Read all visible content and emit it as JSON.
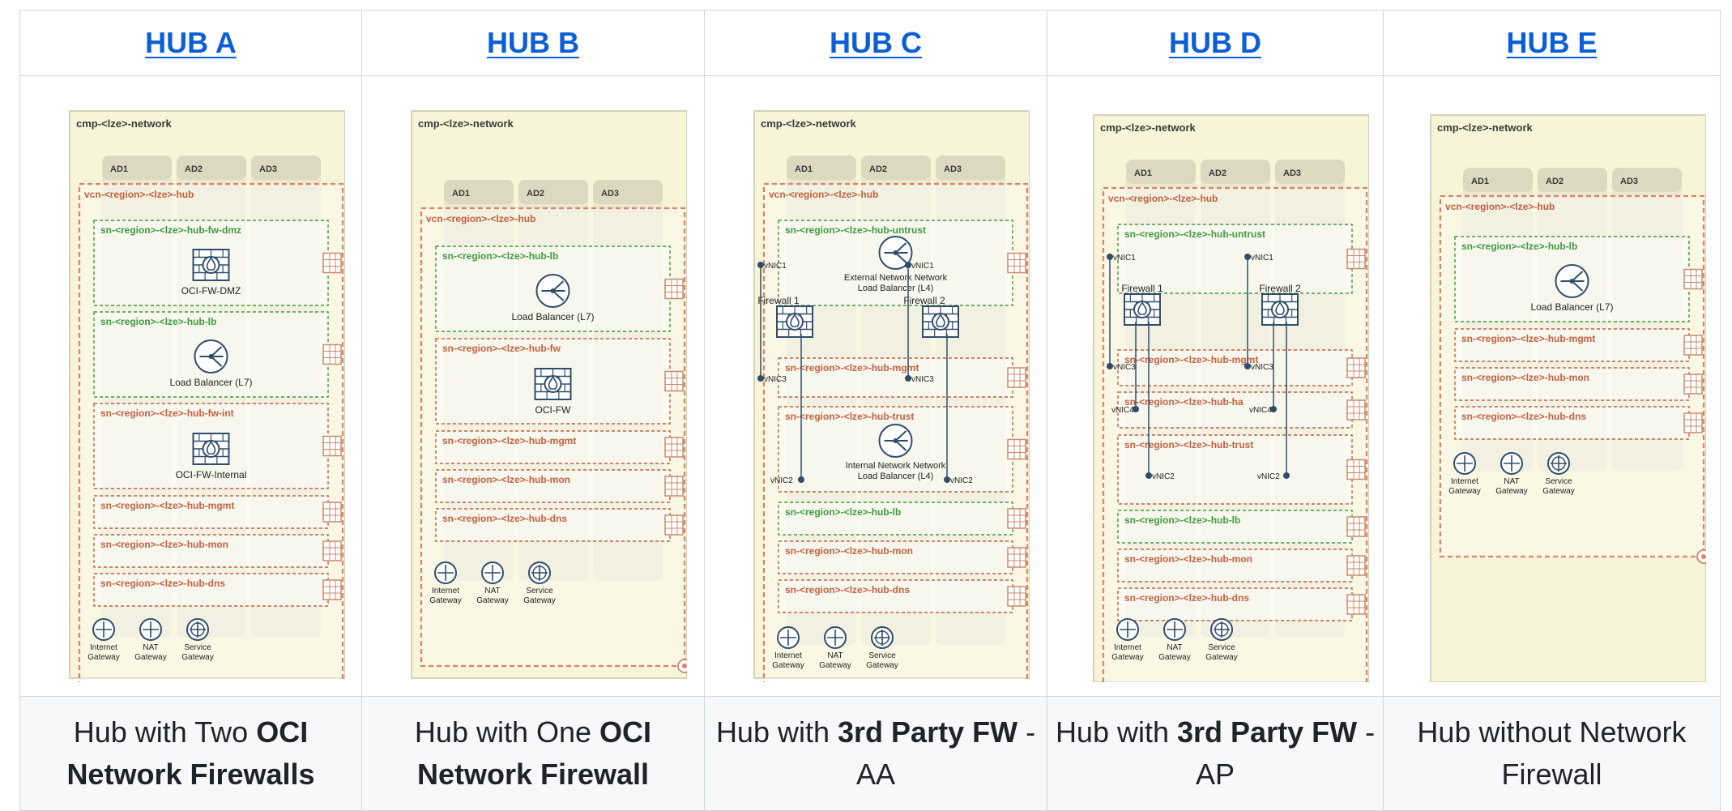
{
  "hubs": [
    {
      "title": "HUB A",
      "caption_pre": "Hub with Two ",
      "caption_bold": "OCI Network Firewalls",
      "caption_post": "",
      "diagram": {
        "compartment": "cmp-<lze>-network",
        "vcn": "vcn-<region>-<lze>-hub",
        "ads": [
          "AD1",
          "AD2",
          "AD3"
        ],
        "subnets": [
          {
            "label": "sn-<region>-<lze>-hub-fw-dmz",
            "style": "green",
            "icon": "firewall",
            "icon_label": "OCI-FW-DMZ"
          },
          {
            "label": "sn-<region>-<lze>-hub-lb",
            "style": "green",
            "icon": "lb",
            "icon_label": "Load Balancer (L7)"
          },
          {
            "label": "sn-<region>-<lze>-hub-fw-int",
            "style": "orange",
            "icon": "firewall",
            "icon_label": "OCI-FW-Internal"
          },
          {
            "label": "sn-<region>-<lze>-hub-mgmt",
            "style": "orange"
          },
          {
            "label": "sn-<region>-<lze>-hub-mon",
            "style": "orange"
          },
          {
            "label": "sn-<region>-<lze>-hub-dns",
            "style": "orange"
          }
        ],
        "gateways": [
          "Internet Gateway",
          "NAT Gateway",
          "Service Gateway"
        ]
      }
    },
    {
      "title": "HUB B",
      "caption_pre": "Hub with One ",
      "caption_bold": "OCI Network Firewall",
      "caption_post": "",
      "diagram": {
        "compartment": "cmp-<lze>-network",
        "vcn": "vcn-<region>-<lze>-hub",
        "ads": [
          "AD1",
          "AD2",
          "AD3"
        ],
        "subnets": [
          {
            "label": "sn-<region>-<lze>-hub-lb",
            "style": "green",
            "icon": "lb",
            "icon_label": "Load Balancer (L7)"
          },
          {
            "label": "sn-<region>-<lze>-hub-fw",
            "style": "orange",
            "icon": "firewall",
            "icon_label": "OCI-FW"
          },
          {
            "label": "sn-<region>-<lze>-hub-mgmt",
            "style": "orange"
          },
          {
            "label": "sn-<region>-<lze>-hub-mon",
            "style": "orange"
          },
          {
            "label": "sn-<region>-<lze>-hub-dns",
            "style": "orange"
          }
        ],
        "gateways": [
          "Internet Gateway",
          "NAT Gateway",
          "Service Gateway"
        ]
      }
    },
    {
      "title": "HUB C",
      "caption_pre": "Hub with ",
      "caption_bold": "3rd Party FW",
      "caption_post": " - AA",
      "diagram": {
        "compartment": "cmp-<lze>-network",
        "vcn": "vcn-<region>-<lze>-hub",
        "ads": [
          "AD1",
          "AD2",
          "AD3"
        ],
        "subnets": [
          {
            "label": "sn-<region>-<lze>-hub-untrust",
            "style": "green",
            "icon": "lb",
            "icon_label": "External Network Load Balancer (L4)"
          },
          {
            "label": "sn-<region>-<lze>-hub-mgmt",
            "style": "orange"
          },
          {
            "label": "sn-<region>-<lze>-hub-trust",
            "style": "orange",
            "icon": "lb",
            "icon_label": "Internal Network Load Balancer (L4)"
          },
          {
            "label": "sn-<region>-<lze>-hub-lb",
            "style": "green"
          },
          {
            "label": "sn-<region>-<lze>-hub-mon",
            "style": "orange"
          },
          {
            "label": "sn-<region>-<lze>-hub-dns",
            "style": "orange"
          }
        ],
        "firewalls": [
          "Firewall 1",
          "Firewall 2"
        ],
        "vnics": [
          "vNIC1",
          "vNIC1",
          "vNIC3",
          "vNIC3",
          "vNIC2",
          "vNIC2"
        ],
        "gateways": [
          "Internet Gateway",
          "NAT Gateway",
          "Service Gateway"
        ]
      }
    },
    {
      "title": "HUB D",
      "caption_pre": "Hub with ",
      "caption_bold": "3rd Party FW",
      "caption_post": " - AP",
      "diagram": {
        "compartment": "cmp-<lze>-network",
        "vcn": "vcn-<region>-<lze>-hub",
        "ads": [
          "AD1",
          "AD2",
          "AD3"
        ],
        "subnets": [
          {
            "label": "sn-<region>-<lze>-hub-untrust",
            "style": "green"
          },
          {
            "label": "sn-<region>-<lze>-hub-mgmt",
            "style": "orange"
          },
          {
            "label": "sn-<region>-<lze>-hub-ha",
            "style": "orange"
          },
          {
            "label": "sn-<region>-<lze>-hub-trust",
            "style": "orange"
          },
          {
            "label": "sn-<region>-<lze>-hub-lb",
            "style": "green"
          },
          {
            "label": "sn-<region>-<lze>-hub-mon",
            "style": "orange"
          },
          {
            "label": "sn-<region>-<lze>-hub-dns",
            "style": "orange"
          }
        ],
        "firewalls": [
          "Firewall 1",
          "Firewall 2"
        ],
        "vnics": [
          "vNIC1",
          "vNIC1",
          "vNIC3",
          "vNIC3",
          "vNIC4",
          "vNIC4",
          "vNIC2",
          "vNIC2"
        ],
        "gateways": [
          "Internet Gateway",
          "NAT Gateway",
          "Service Gateway"
        ]
      }
    },
    {
      "title": "HUB E",
      "caption_pre": "Hub without Network Firewall",
      "caption_bold": "",
      "caption_post": "",
      "diagram": {
        "compartment": "cmp-<lze>-network",
        "vcn": "vcn-<region>-<lze>-hub",
        "ads": [
          "AD1",
          "AD2",
          "AD3"
        ],
        "subnets": [
          {
            "label": "sn-<region>-<lze>-hub-lb",
            "style": "green",
            "icon": "lb",
            "icon_label": "Load Balancer (L7)"
          },
          {
            "label": "sn-<region>-<lze>-hub-mgmt",
            "style": "orange"
          },
          {
            "label": "sn-<region>-<lze>-hub-mon",
            "style": "orange"
          },
          {
            "label": "sn-<region>-<lze>-hub-dns",
            "style": "orange"
          }
        ],
        "gateways": [
          "Internet Gateway",
          "NAT Gateway",
          "Service Gateway"
        ]
      }
    }
  ],
  "colors": {
    "link": "#0b5fd6",
    "compartment_fill": "#f7f4d8",
    "compartment_border": "#c9c6a7",
    "vcn_border": "#d6836a",
    "green_subnet": "#3e9a3e",
    "orange_subnet": "#c2603f",
    "node": "#2f4d6b"
  }
}
